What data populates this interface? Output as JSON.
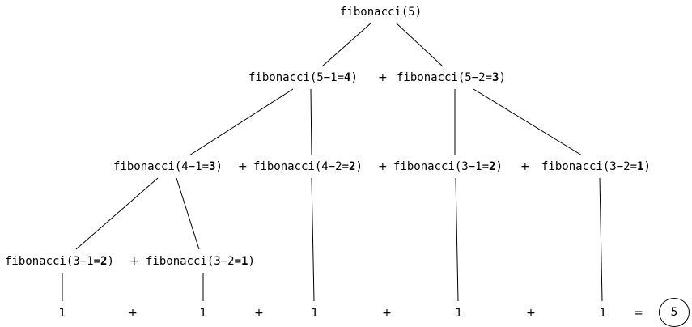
{
  "root": {
    "label": "fibonacci(5)"
  },
  "level1": [
    {
      "prefix": "fibonacci(5−1=",
      "result": "4",
      "suffix": ")"
    },
    {
      "prefix": "fibonacci(5−2=",
      "result": "3",
      "suffix": ")"
    }
  ],
  "level2": [
    {
      "prefix": "fibonacci(4−1=",
      "result": "3",
      "suffix": ")"
    },
    {
      "prefix": "fibonacci(4−2=",
      "result": "2",
      "suffix": ")"
    },
    {
      "prefix": "fibonacci(3−1=",
      "result": "2",
      "suffix": ")"
    },
    {
      "prefix": "fibonacci(3−2=",
      "result": "1",
      "suffix": ")"
    }
  ],
  "level3": [
    {
      "prefix": "fibonacci(3−1=",
      "result": "2",
      "suffix": ")"
    },
    {
      "prefix": "fibonacci(3−2=",
      "result": "1",
      "suffix": ")"
    }
  ],
  "operators": {
    "plus": "+",
    "equals": "="
  },
  "leaves": [
    "1",
    "1",
    "1",
    "1",
    "1"
  ],
  "result": "5"
}
